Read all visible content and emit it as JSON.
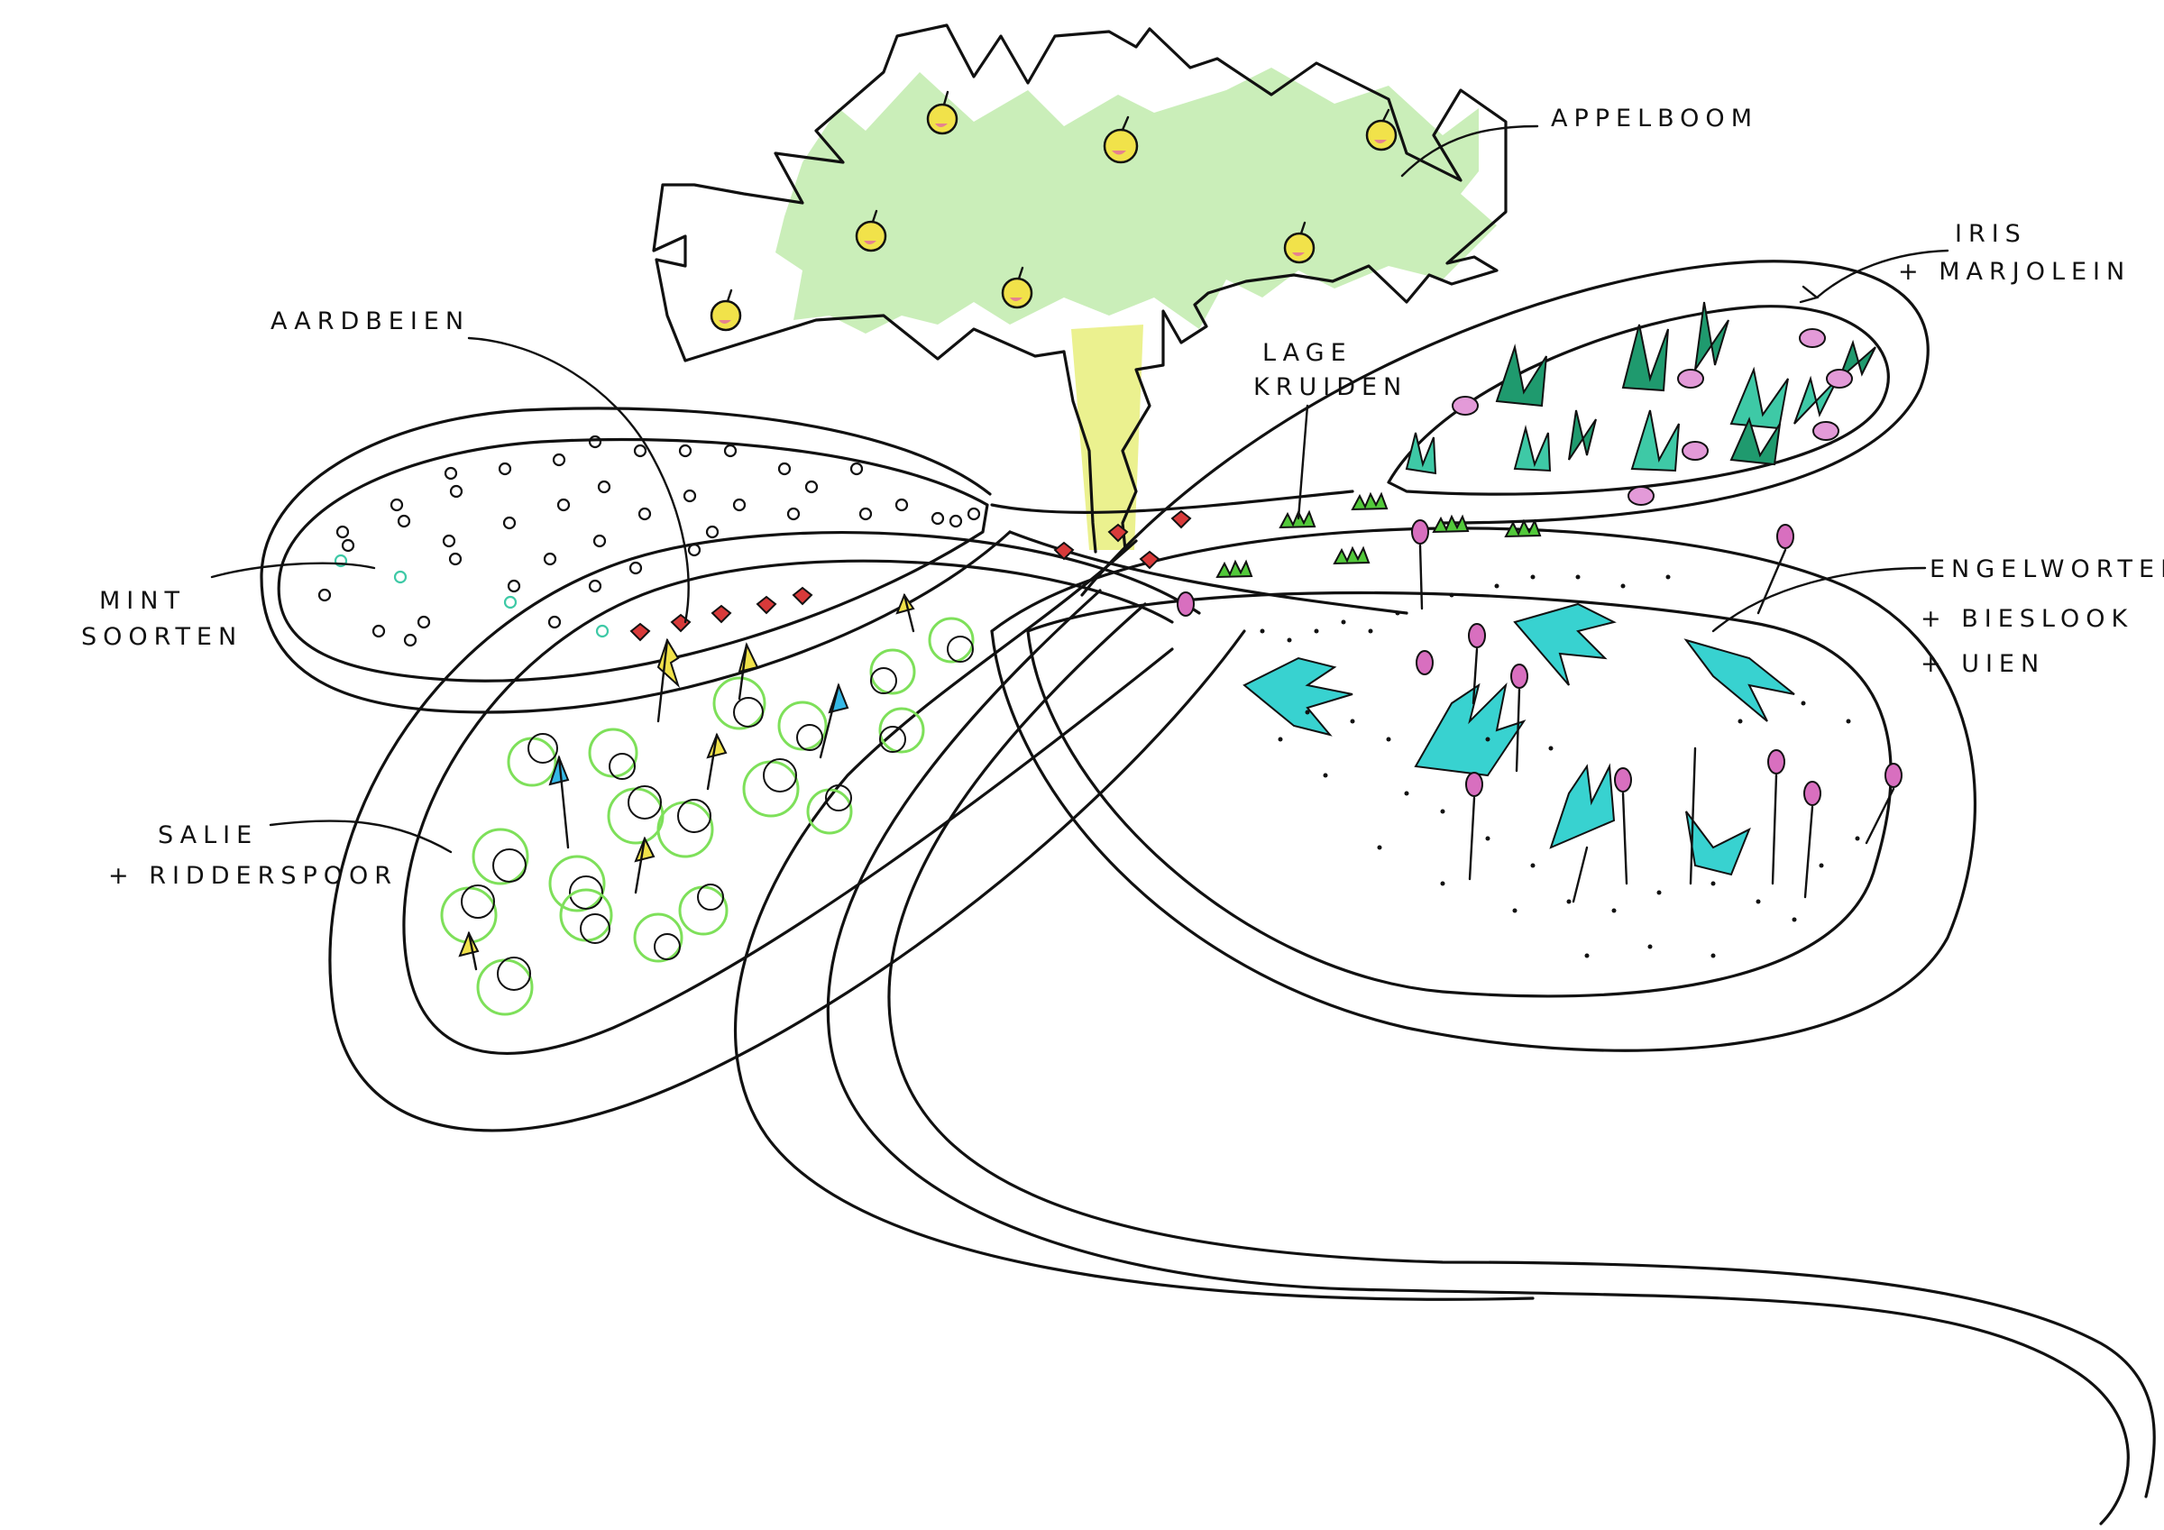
{
  "labels": {
    "appelboom": "APPELBOOM",
    "aardbeien": "AARDBEIEN",
    "iris_line1": "IRIS",
    "iris_line2": "+ MARJOLEIN",
    "lage_line1": "LAGE",
    "lage_line2": "KRUIDEN",
    "mint_line1": "MINT",
    "mint_line2": "SOORTEN",
    "engel_line1": "ENGELWORTEL",
    "engel_line2": "+ BIESLOOK",
    "engel_line3": "+ UIEN",
    "salie_line1": "SALIE",
    "salie_line2": "+ RIDDERSPOOR"
  },
  "colors": {
    "ink": "#111111",
    "canopy": "#9fe07f",
    "trunk": "#e4ec6a",
    "apple_fill": "#f1e24a",
    "apple_blush": "#e36aa0",
    "iris_leaf": "#1f9a6e",
    "iris_leaf_light": "#3ec9a6",
    "marjolein": "#e39ad8",
    "angelica": "#38d2d0",
    "chive_bud": "#d86fbf",
    "herb_green": "#52c93a",
    "sage_green": "#7ee05a",
    "larkspur": "#35b8e6",
    "strawberry": "#d83a3a"
  },
  "icons": [
    "apple-icon",
    "strawberry-icon",
    "iris-leaf-icon",
    "marjolein-flower-icon",
    "angelica-leaf-icon",
    "chive-bud-icon",
    "sage-scribble-icon",
    "larkspur-spike-icon",
    "mint-circle-icon"
  ]
}
